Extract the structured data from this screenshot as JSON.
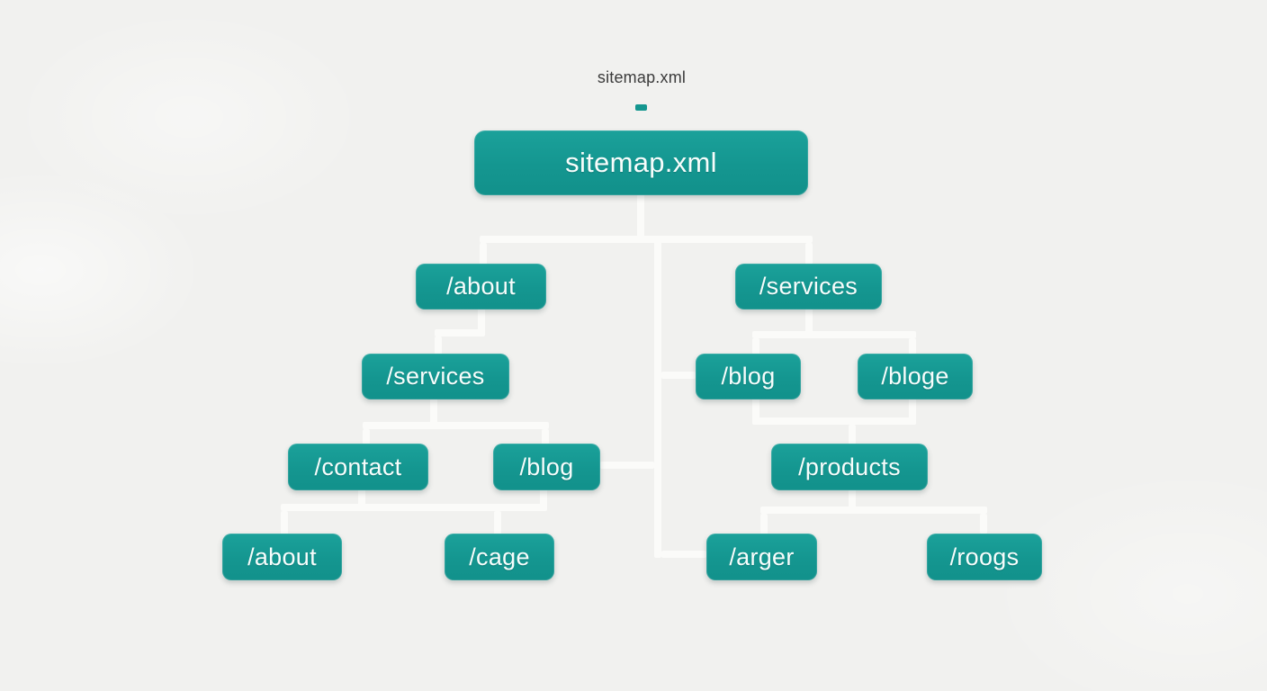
{
  "page": {
    "background_color": "#f1f1ef",
    "accent_teal": "#149690",
    "connector_color": "#fbfbf9",
    "node_text_color": "#f7fdfc"
  },
  "header": {
    "caption": "sitemap.xml"
  },
  "tree": {
    "nodes": [
      {
        "id": "root",
        "label": "sitemap.xml",
        "level": 0
      },
      {
        "id": "about-l1",
        "label": "/about",
        "level": 1
      },
      {
        "id": "services-r1",
        "label": "/services",
        "level": 1
      },
      {
        "id": "services-l2",
        "label": "/services",
        "level": 2
      },
      {
        "id": "blog-r2",
        "label": "/blog",
        "level": 2
      },
      {
        "id": "bloge-r2",
        "label": "/bloge",
        "level": 2
      },
      {
        "id": "contact-l3",
        "label": "/contact",
        "level": 3
      },
      {
        "id": "blog-l3",
        "label": "/blog",
        "level": 3
      },
      {
        "id": "products-r3",
        "label": "/products",
        "level": 3
      },
      {
        "id": "about-l4",
        "label": "/about",
        "level": 4
      },
      {
        "id": "cage-l4",
        "label": "/cage",
        "level": 4
      },
      {
        "id": "arger-r4",
        "label": "/arger",
        "level": 4
      },
      {
        "id": "roogs-r4",
        "label": "/roogs",
        "level": 4
      }
    ],
    "edges": [
      "root -> about-l1",
      "root -> services-r1",
      "root -> blog-r2 (center trunk stub)",
      "root -> blog-l3 (center trunk stub)",
      "root -> arger-r4 (center trunk stub)",
      "about-l1 -> services-l2",
      "services-l2 -> contact-l3",
      "services-l2 -> blog-l3",
      "contact-l3 + blog-l3 -> about-l4",
      "contact-l3 + blog-l3 -> cage-l4",
      "services-r1 -> blog-r2",
      "services-r1 -> bloge-r2",
      "blog-r2 + bloge-r2 -> products-r3",
      "products-r3 -> arger-r4",
      "products-r3 -> roogs-r4"
    ]
  }
}
